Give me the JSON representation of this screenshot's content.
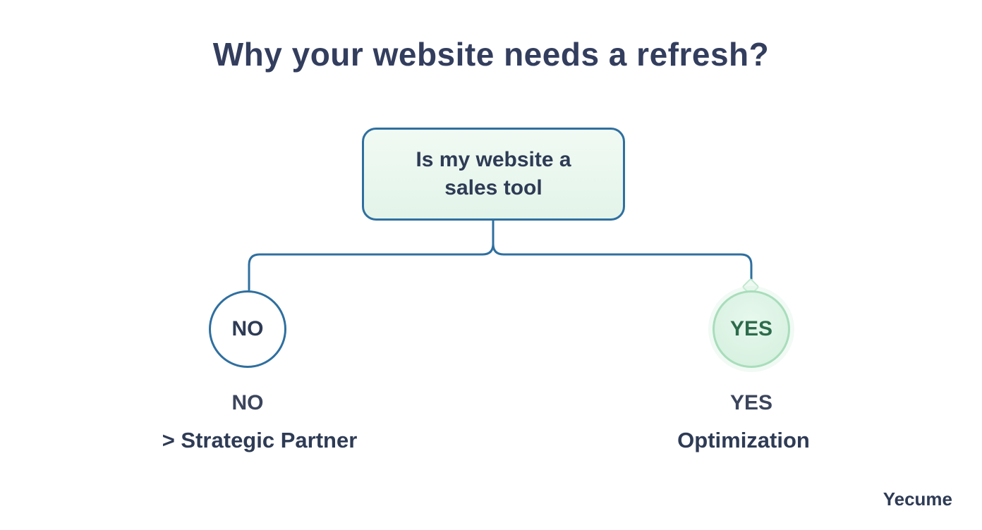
{
  "title": "Why your website needs a refresh?",
  "flowchart": {
    "root": {
      "label": "Is my website a sales tool"
    },
    "no_branch": {
      "circle_label": "NO",
      "heading": "NO",
      "action": "> Strategic Partner"
    },
    "yes_branch": {
      "circle_label": "YES",
      "heading": "YES",
      "action": "Optimization"
    }
  },
  "watermark": "Yecume",
  "colors": {
    "connector_blue": "#2f6f9f",
    "node_fill_green": "#e6f6ec",
    "yes_circle_border": "#a8ddbb",
    "text_navy": "#2e3b55",
    "yes_text_green": "#2d6b4b"
  }
}
